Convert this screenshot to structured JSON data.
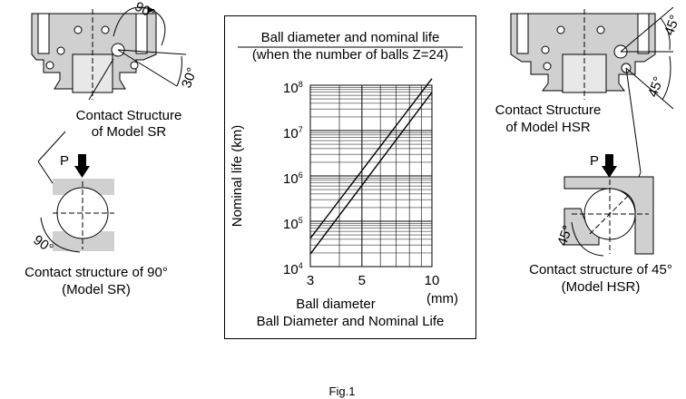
{
  "left_figure": {
    "angle_top": "90°",
    "angle_side": "30°",
    "structure_label_1": "Contact Structure",
    "structure_label_2": "of Model SR",
    "load_label": "P",
    "detail_angle": "90°",
    "caption_1": "Contact structure of 90°",
    "caption_2": "(Model SR)"
  },
  "right_figure": {
    "angle_top": "45°",
    "angle_side": "45°",
    "structure_label_1": "Contact Structure",
    "structure_label_2": "of Model HSR",
    "load_label": "P",
    "detail_angle": "45°",
    "caption_1": "Contact structure of 45°",
    "caption_2": "(Model HSR)"
  },
  "chart": {
    "title_1": "Ball diameter and nominal life",
    "title_2": "(when the number of balls Z=24)",
    "caption": "Ball Diameter and Nominal Life"
  },
  "figure_label": "Fig.1",
  "colors": {
    "shade": "#d0d0d0",
    "line": "#000000",
    "grid": "#000000"
  },
  "chart_data": {
    "type": "line",
    "xscale": "log",
    "yscale": "log",
    "xlim": [
      3,
      10
    ],
    "ylim": [
      10000,
      100000000
    ],
    "xlabel": "Ball diameter",
    "x_unit": "(mm)",
    "ylabel": "Nominal life (km)",
    "x_ticks": [
      "3",
      "5",
      "10"
    ],
    "y_ticks": [
      "10^4",
      "10^5",
      "10^6",
      "10^7",
      "10^8"
    ],
    "grid": true,
    "series": [
      {
        "x": [
          3,
          10
        ],
        "y": [
          42000,
          140000000
        ]
      },
      {
        "x": [
          3,
          10
        ],
        "y": [
          19000,
          70000000
        ]
      }
    ]
  }
}
